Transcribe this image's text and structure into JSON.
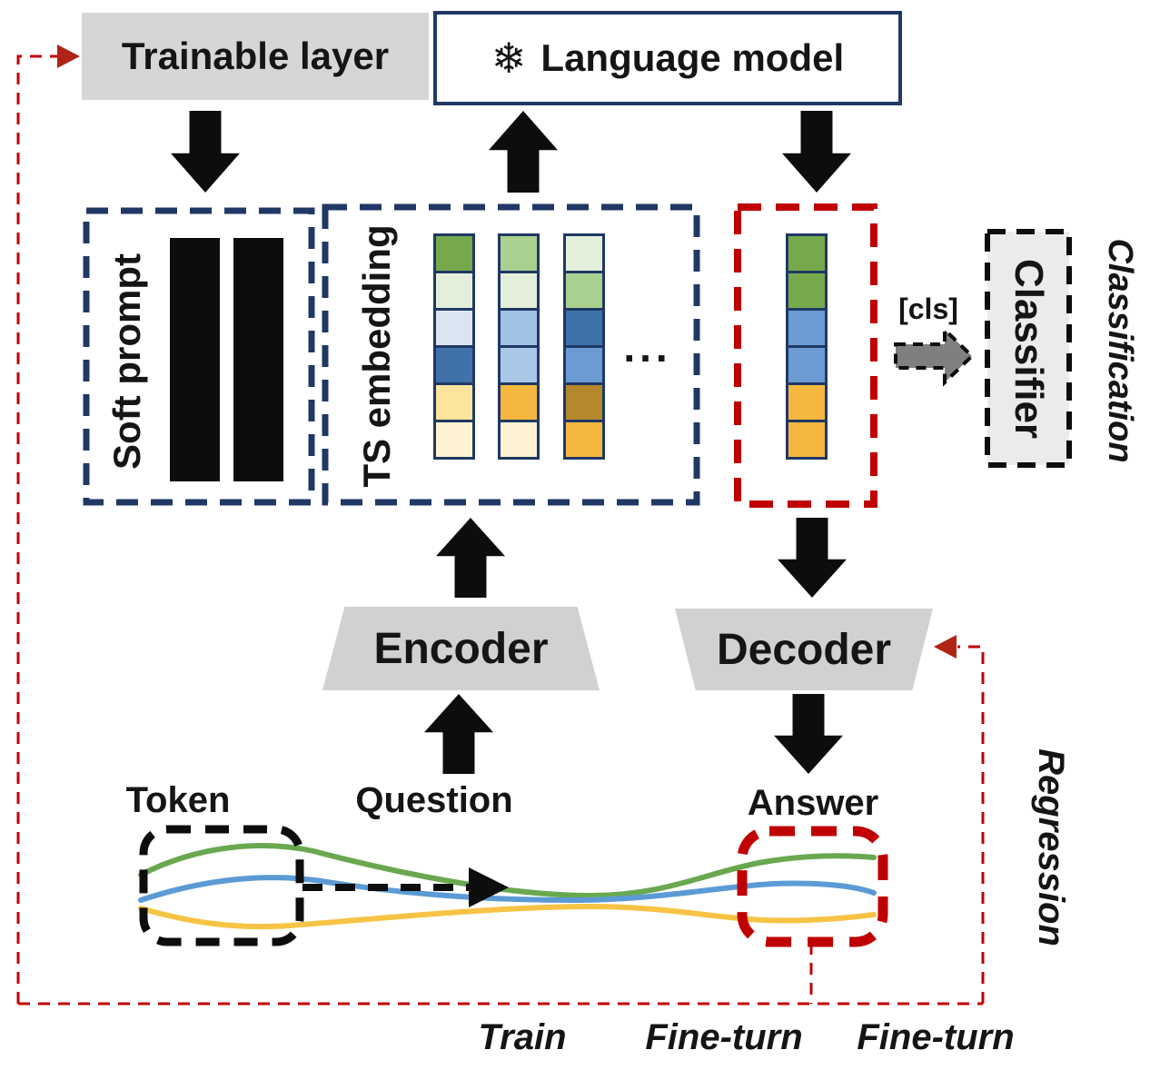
{
  "top": {
    "trainable_layer": "Trainable layer",
    "language_model": "Language model",
    "snowflake": "❄"
  },
  "prompt_box": {
    "label": "Soft prompt"
  },
  "embedding_box": {
    "label": "TS embedding",
    "ellipsis": "...",
    "columns": [
      [
        "#76a94c",
        "#e3efda",
        "#dbe5f1",
        "#4072a9",
        "#fce49c",
        "#fdf2d2"
      ],
      [
        "#a9d08e",
        "#e3efda",
        "#9fc2e5",
        "#a9c8e8",
        "#f5b73f",
        "#fdf2d2"
      ],
      [
        "#e3efda",
        "#a9d08e",
        "#4072a9",
        "#6b9bd2",
        "#b3892c",
        "#f5b73f"
      ]
    ]
  },
  "output_box": {
    "cells": [
      "#76a94c",
      "#76a94c",
      "#6b9bd2",
      "#6b9bd2",
      "#f5b73f",
      "#f5b73f"
    ]
  },
  "classification": {
    "cls_token": "[cls]",
    "classifier": "Classifier",
    "side_label": "Classification"
  },
  "seq2seq": {
    "encoder": "Encoder",
    "decoder": "Decoder",
    "token": "Token",
    "question": "Question",
    "answer": "Answer"
  },
  "regression": {
    "side_label": "Regression"
  },
  "bottom": {
    "train": "Train",
    "fine_turn_left": "Fine-turn",
    "fine_turn_right": "Fine-turn"
  },
  "colors": {
    "navy": "#1f3864",
    "red": "#c00000",
    "red_arrowhead": "#b02418",
    "black": "#0d0d0d",
    "gray_box": "#d6d6d6",
    "trapezoid_gray": "#d2d0d0",
    "classifier_gray": "#ebebe9",
    "cls_arrow_gray": "#7f7f7f",
    "curve_green": "#6aa84f",
    "curve_blue": "#5b9bd5",
    "curve_yellow": "#f6c344"
  }
}
